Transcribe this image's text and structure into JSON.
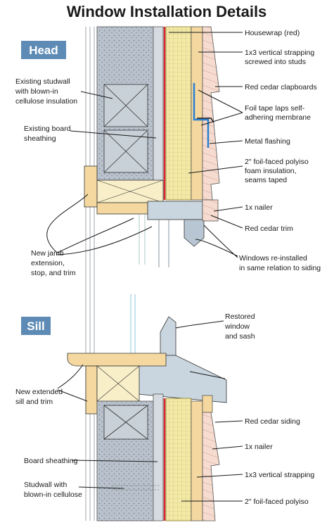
{
  "title": "Window Installation Details",
  "sections": {
    "head": "Head",
    "sill": "Sill"
  },
  "labels": {
    "housewrap": "Housewrap (red)",
    "strapping_head_1": "1x3 vertical strapping",
    "strapping_head_2": "screwed into studs",
    "clapboards": "Red cedar clapboards",
    "studwall_1": "Existing studwall",
    "studwall_2": "with blown-in",
    "studwall_3": "cellulose insulation",
    "foil_tape_1": "Foil tape laps self-",
    "foil_tape_2": "adhering membrane",
    "board_sheathing_1": "Existing board",
    "board_sheathing_2": "sheathing",
    "metal_flashing": "Metal flashing",
    "polyiso_1": "2\" foil-faced polyiso",
    "polyiso_2": "foam insulation,",
    "polyiso_3": "seams taped",
    "nailer_head": "1x nailer",
    "cedar_trim": "Red cedar trim",
    "jamb_1": "New jamb",
    "jamb_2": "extension,",
    "jamb_3": "stop, and trim",
    "windows_1": "Windows re-installed",
    "windows_2": "in same relation to siding",
    "restored_1": "Restored",
    "restored_2": "window",
    "restored_3": "and sash",
    "new_sill_1": "New extended",
    "new_sill_2": "sill and trim",
    "cedar_siding": "Red cedar siding",
    "nailer_sill": "1x nailer",
    "board_sheathing_sill": "Board sheathing",
    "strapping_sill": "1x3 vertical strapping",
    "studwall_sill_1": "Studwall with",
    "studwall_sill_2": "blown-in cellulose",
    "polyiso_sill": "2\" foil-faced polyiso"
  },
  "colors": {
    "tag_bg": "#5d8bb5",
    "stud": "#c8d0d8",
    "cellulose": "#b9c2cc",
    "sheathing": "#d5dbe0",
    "foam": "#f3eaa8",
    "housewrap": "#d8262e",
    "wood_trim": "#f4d8a0",
    "siding": "#f6dcd0",
    "window_frame": "#c9d6df",
    "sash": "#b7c6d2",
    "flashing": "#2a7fd0"
  }
}
